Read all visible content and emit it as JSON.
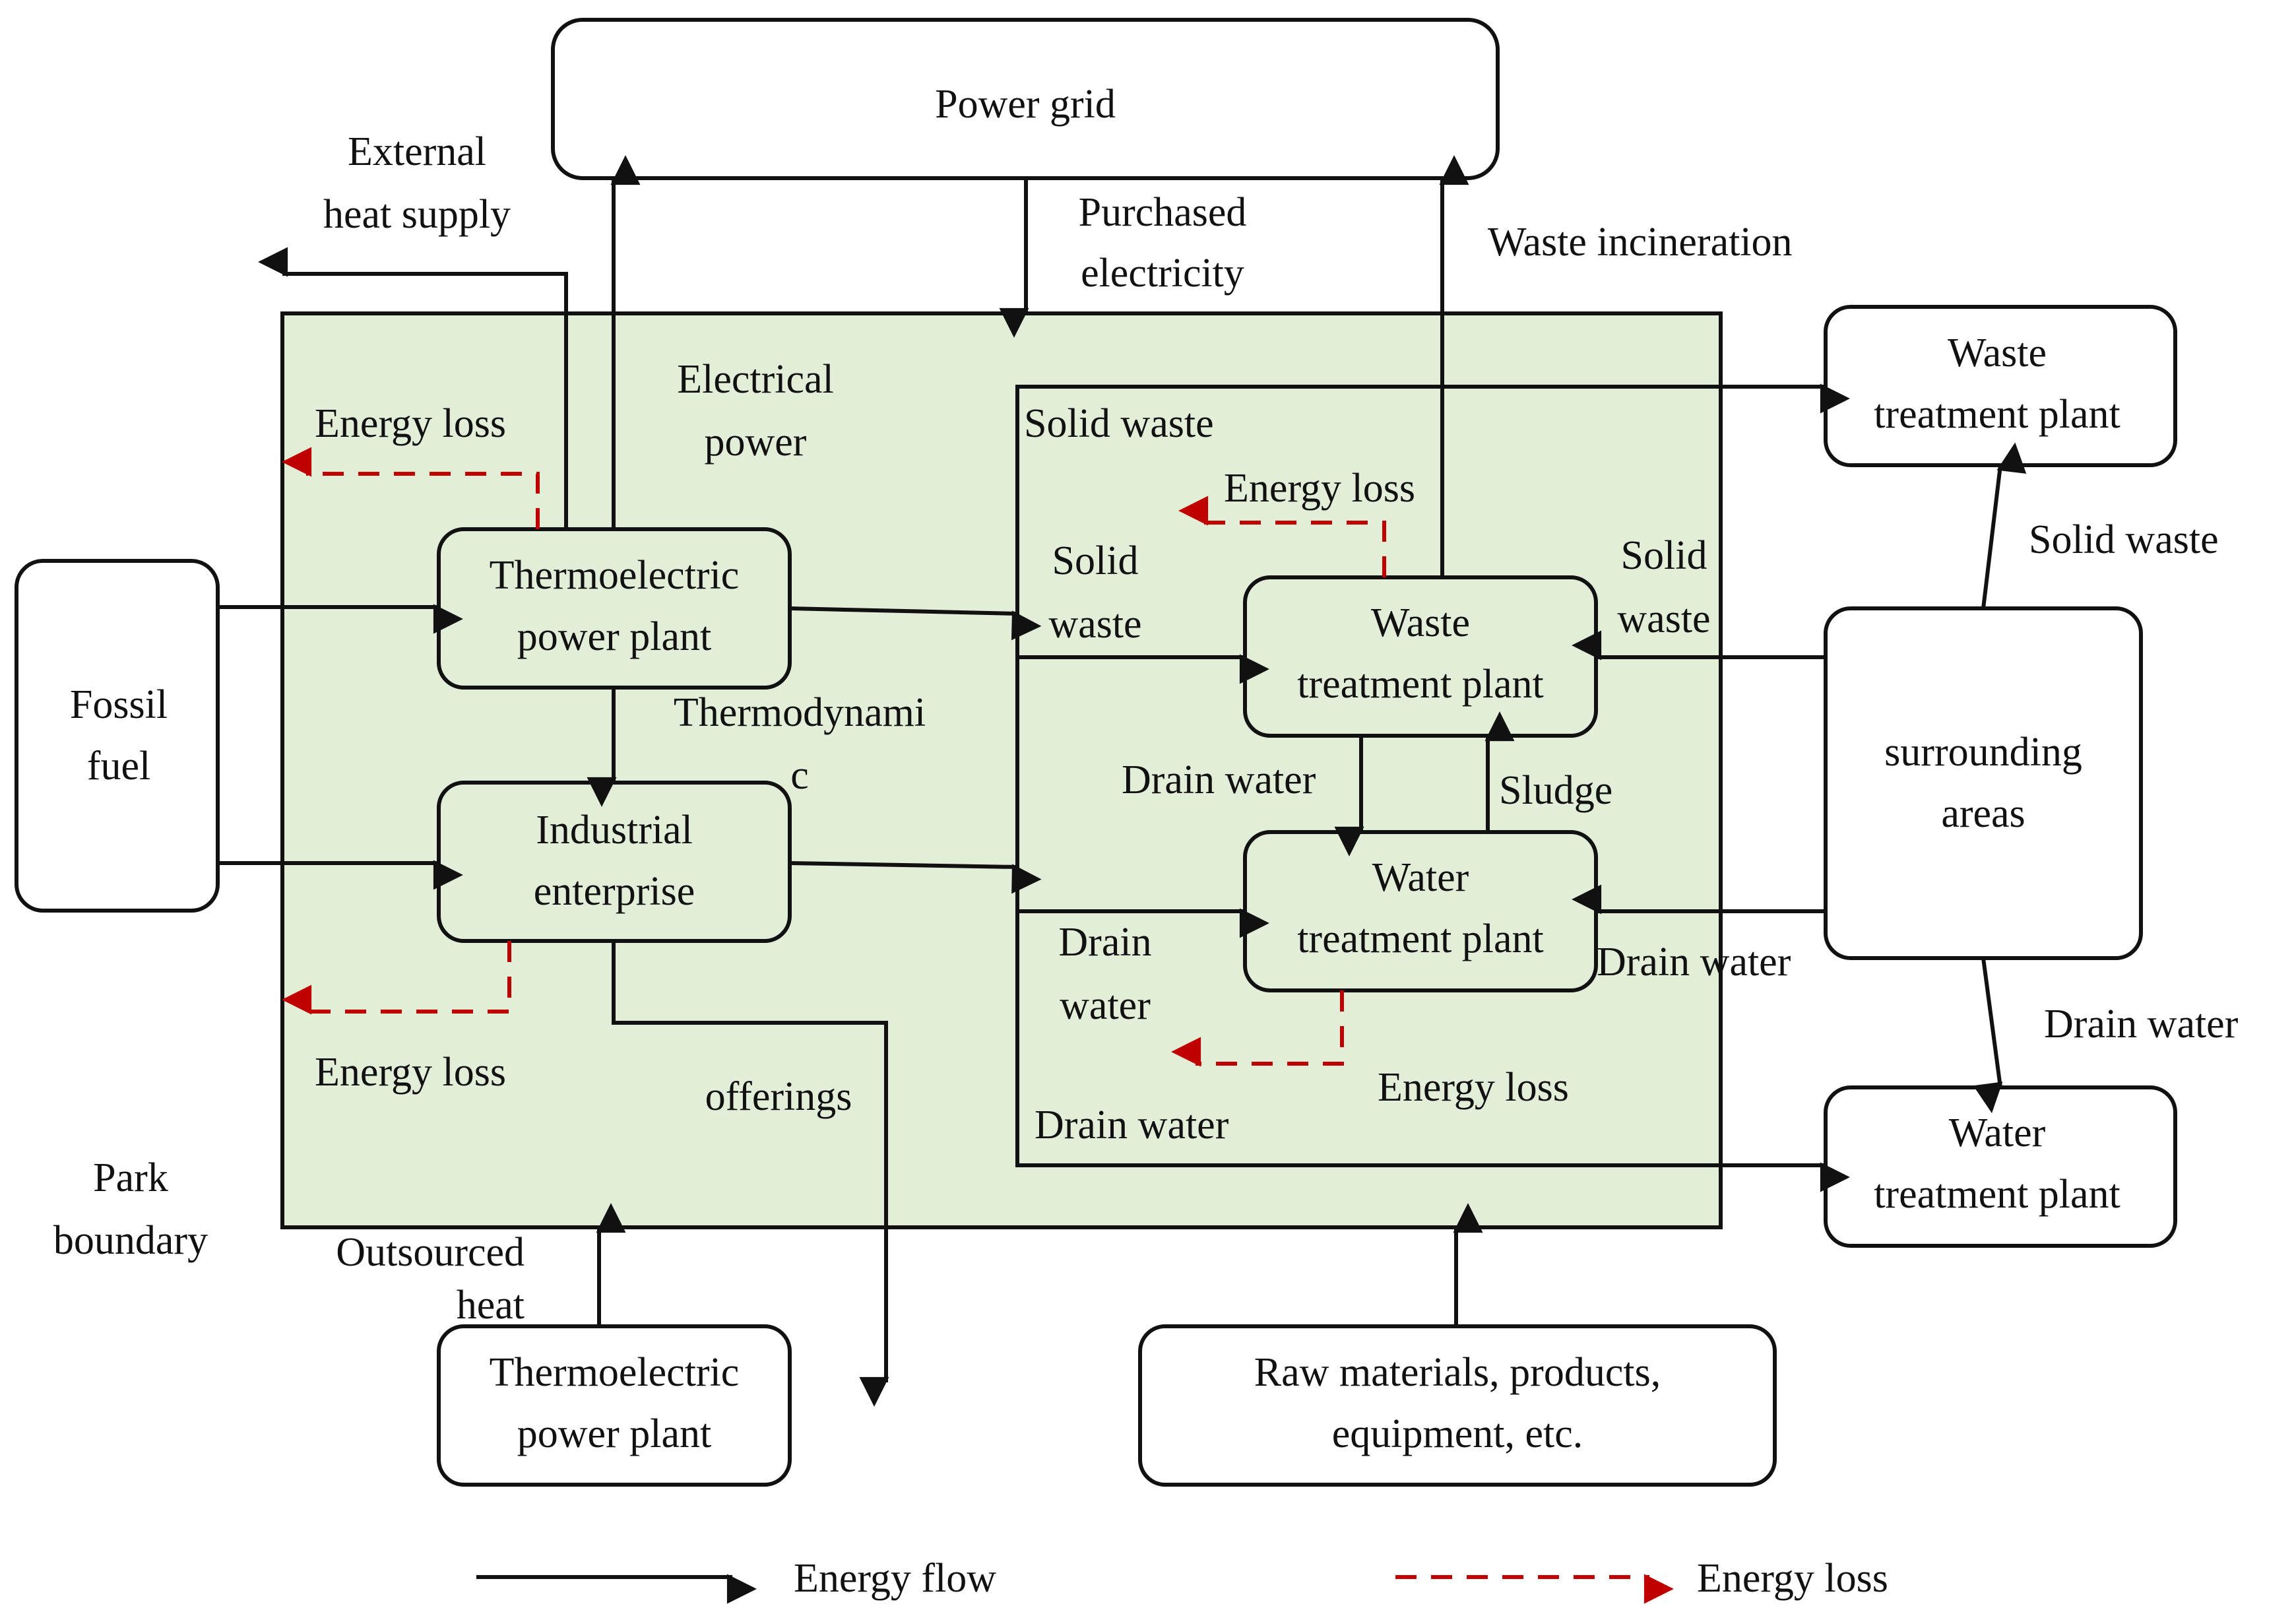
{
  "colors": {
    "park_fill": "#e2eed8",
    "energy_flow": "#111111",
    "energy_loss": "#c00000"
  },
  "nodes": {
    "power_grid": [
      "Power grid"
    ],
    "fossil_fuel": [
      "Fossil",
      "fuel"
    ],
    "thermo_plant": [
      "Thermoelectric",
      "power plant"
    ],
    "industrial": [
      "Industrial",
      "enterprise"
    ],
    "waste_plant_inner": [
      "Waste",
      "treatment plant"
    ],
    "water_plant_inner": [
      "Water",
      "treatment plant"
    ],
    "waste_plant_outer": [
      "Waste",
      "treatment plant"
    ],
    "water_plant_outer": [
      "Water",
      "treatment plant"
    ],
    "surrounding": [
      "surrounding",
      "areas"
    ],
    "thermo_plant_outer": [
      "Thermoelectric",
      "power plant"
    ],
    "raw_materials": [
      "Raw materials, products,",
      "equipment, etc."
    ]
  },
  "labels": {
    "external_heat": [
      "External",
      "heat supply"
    ],
    "purchased": [
      "Purchased",
      "electricity"
    ],
    "waste_incineration": [
      "Waste incineration"
    ],
    "electrical_power": [
      "Electrical",
      "power"
    ],
    "loss_thermo": [
      "Energy loss"
    ],
    "solid_waste_top": [
      "Solid waste"
    ],
    "loss_waste": [
      "Energy loss"
    ],
    "solid_waste_inner": [
      "Solid",
      "waste"
    ],
    "solid_waste_right": [
      "Solid",
      "waste"
    ],
    "solid_waste_out": [
      "Solid waste"
    ],
    "thermodynamic": [
      "Thermodynami",
      "c"
    ],
    "drain_water_mid": [
      "Drain water"
    ],
    "sludge": [
      "Sludge"
    ],
    "drain_water_inner": [
      "Drain",
      "water"
    ],
    "drain_water_right": [
      "Drain water"
    ],
    "drain_water_out": [
      "Drain water"
    ],
    "loss_industrial": [
      "Energy loss"
    ],
    "offerings": [
      "offerings"
    ],
    "loss_water": [
      "Energy loss"
    ],
    "drain_water_bottom": [
      "Drain water"
    ],
    "park_boundary": [
      "Park",
      "boundary"
    ],
    "outsourced_heat": [
      "Outsourced",
      "heat"
    ]
  },
  "legend": {
    "flow": "Energy flow",
    "loss": "Energy loss"
  }
}
